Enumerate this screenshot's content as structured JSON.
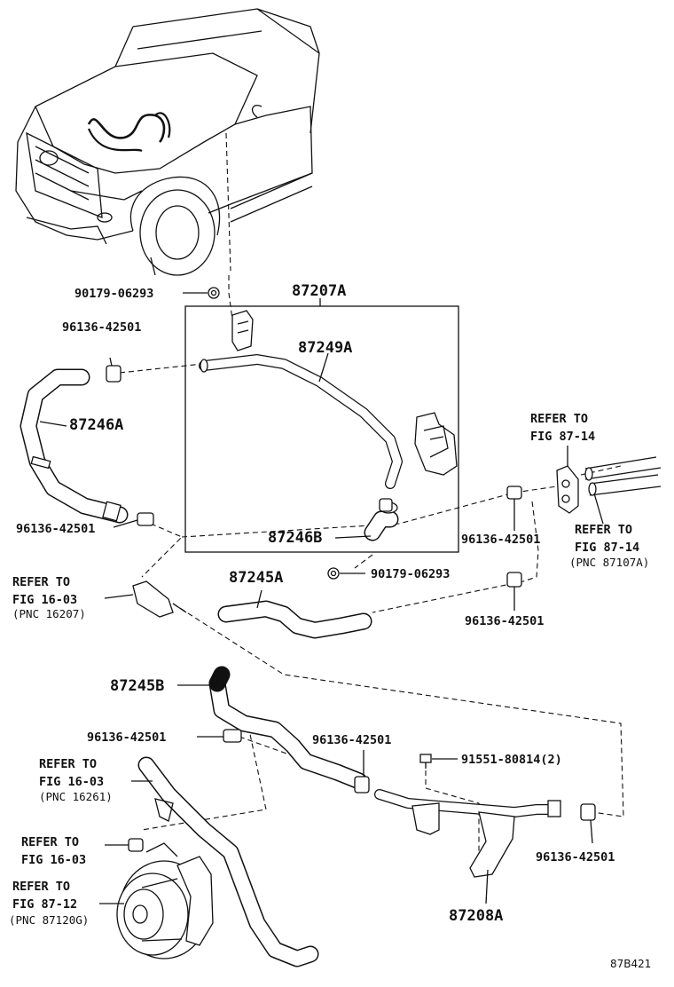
{
  "labels": {
    "assy_87207A": "87207A",
    "pipe_87249A": "87249A",
    "hose_87246A": "87246A",
    "hose_87246B": "87246B",
    "hose_87245A": "87245A",
    "hose_87245B": "87245B",
    "pipe_87208A": "87208A",
    "nut_top": "90179-06293",
    "nut_mid": "90179-06293",
    "clamp_1": "96136-42501",
    "clamp_2": "96136-42501",
    "clamp_3": "96136-42501",
    "clamp_4": "96136-42501",
    "clamp_5": "96136-42501",
    "clamp_6": "96136-42501",
    "clamp_7": "96136-42501",
    "bolt": "91551-80814(2)",
    "refer_8714_top_1": "REFER TO",
    "refer_8714_top_2": "FIG 87-14",
    "refer_8714_right_1": "REFER TO",
    "refer_8714_right_2": "FIG 87-14",
    "refer_8714_right_3": "(PNC 87107A)",
    "refer_1603_a_1": "REFER TO",
    "refer_1603_a_2": "FIG 16-03",
    "refer_1603_a_3": "(PNC 16207)",
    "refer_1603_b_1": "REFER TO",
    "refer_1603_b_2": "FIG 16-03",
    "refer_1603_b_3": "(PNC 16261)",
    "refer_1603_c_1": "REFER TO",
    "refer_1603_c_2": "FIG 16-03",
    "refer_8712_1": "REFER TO",
    "refer_8712_2": "FIG 87-12",
    "refer_8712_3": "(PNC 87120G)",
    "figure_code": "87B421"
  }
}
